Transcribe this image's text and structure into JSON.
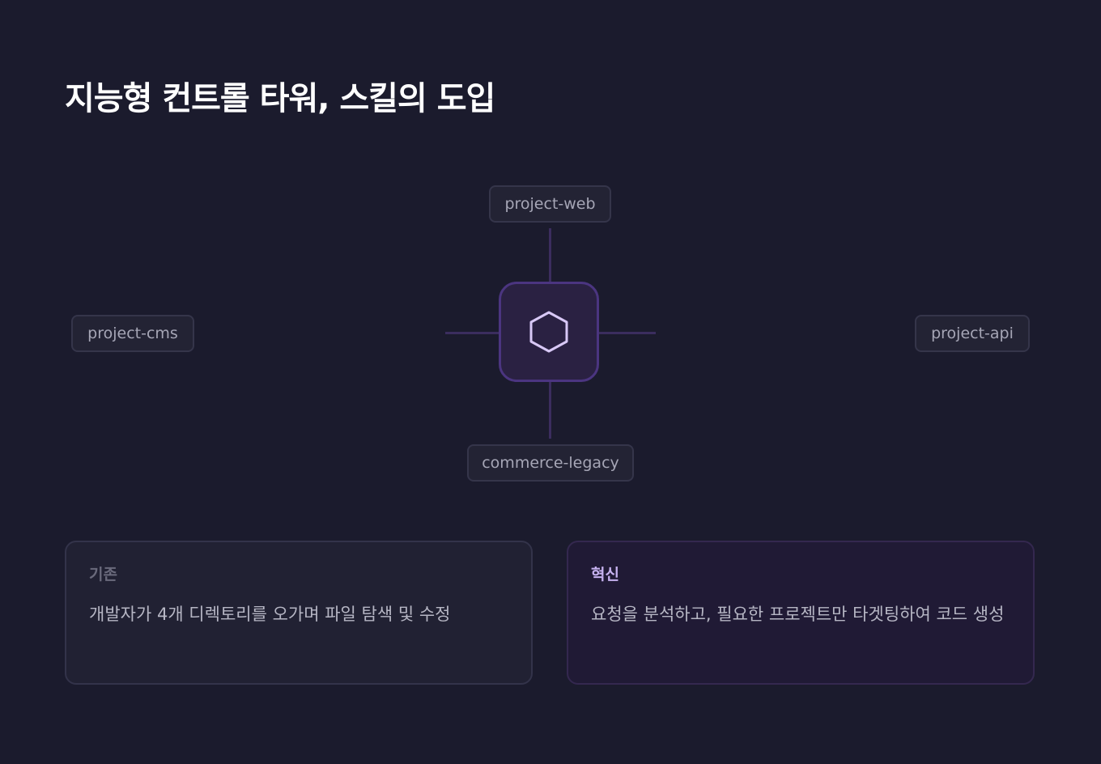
{
  "title": "지능형 컨트롤 타워, 스킬의 도입",
  "diagram": {
    "hub_icon": "hexagon-icon",
    "nodes": {
      "top": "project-web",
      "left": "project-cms",
      "right": "project-api",
      "bottom": "commerce-legacy"
    }
  },
  "cards": {
    "before": {
      "label": "기존",
      "text": "개발자가 4개 디렉토리를 오가며 파일 탐색 및 수정"
    },
    "after": {
      "label": "혁신",
      "text": "요청을 분석하고, 필요한 프로젝트만 타겟팅하여 코드 생성"
    }
  },
  "colors": {
    "background": "#1b1b2d",
    "accent": "#c6b2f0",
    "hub_border": "#4b3580",
    "connector": "#3b2d5e"
  }
}
